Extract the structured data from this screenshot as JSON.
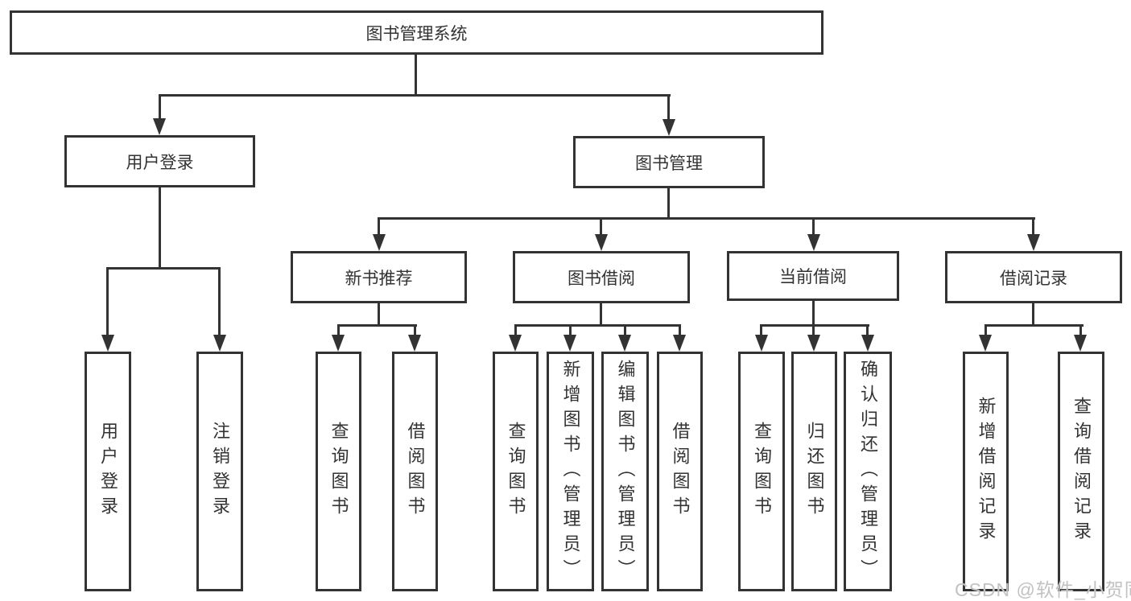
{
  "diagram": {
    "root": {
      "label": "图书管理系统"
    },
    "user_login": {
      "label": "用户登录",
      "children": [
        {
          "label": "用户登录"
        },
        {
          "label": "注销登录"
        }
      ]
    },
    "book_management": {
      "label": "图书管理",
      "modules": [
        {
          "label": "新书推荐",
          "children": [
            {
              "label": "查询图书"
            },
            {
              "label": "借阅图书"
            }
          ]
        },
        {
          "label": "图书借阅",
          "children": [
            {
              "label": "查询图书"
            },
            {
              "label": "新增图书（管理员）"
            },
            {
              "label": "编辑图书（管理员）"
            },
            {
              "label": "借阅图书"
            }
          ]
        },
        {
          "label": "当前借阅",
          "children": [
            {
              "label": "查询图书"
            },
            {
              "label": "归还图书"
            },
            {
              "label": "确认归还（管理员）"
            }
          ]
        },
        {
          "label": "借阅记录",
          "children": [
            {
              "label": "新增借阅记录"
            },
            {
              "label": "查询借阅记录"
            }
          ]
        }
      ]
    }
  },
  "watermark": {
    "text": "CSDN @软件_小贺同学"
  },
  "colors": {
    "line": "#333333",
    "text": "#333333",
    "background": "#ffffff",
    "watermark": "#c2c2c2"
  }
}
